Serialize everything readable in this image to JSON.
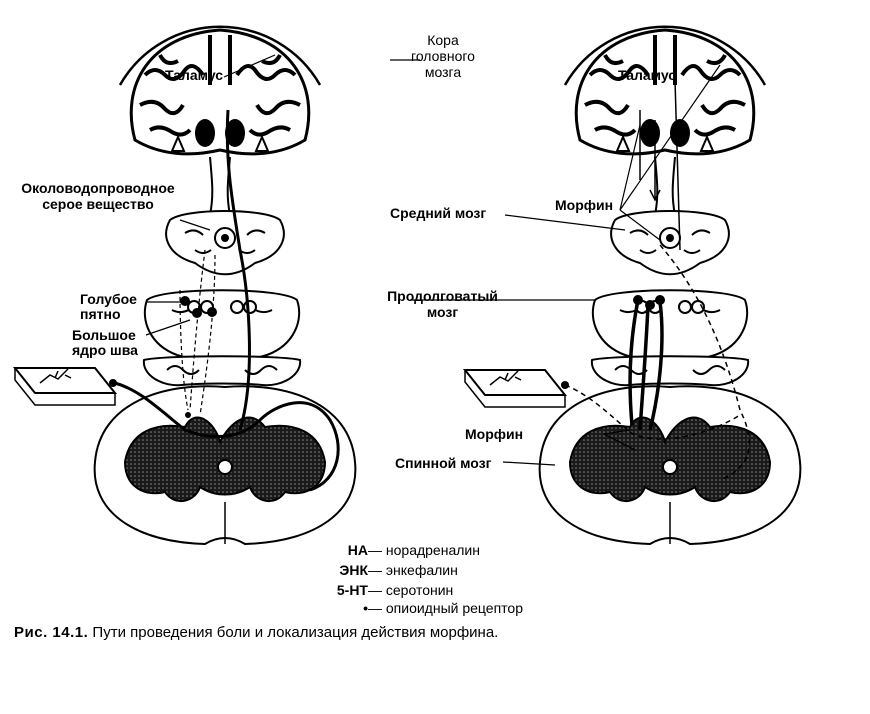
{
  "labels": {
    "cortex": [
      "Кора",
      "головного",
      "мозга"
    ],
    "thalamus_left": "Таламус",
    "thalamus_right": "Таламус",
    "pag": [
      "Околоводопроводное",
      "серое вещество"
    ],
    "midbrain": "Средний мозг",
    "medulla": [
      "Продолговатый",
      "мозг"
    ],
    "locus": [
      "Голубое",
      "пятно"
    ],
    "raphe": [
      "Большое",
      "ядро шва"
    ],
    "spinal": "Спинной мозг",
    "morphine_top": "Морфин",
    "morphine_bottom": "Морфин"
  },
  "legend": [
    {
      "abbr": "НА",
      "text": "— норадреналин"
    },
    {
      "abbr": "ЭНК",
      "text": "— энкефалин"
    },
    {
      "abbr": "5-НТ",
      "text": "— серотонин"
    },
    {
      "abbr": "•",
      "text": "— опиоидный рецептор"
    }
  ],
  "caption": {
    "number": "Рис. 14.1.",
    "text": " Пути проведения боли и локализация действия морфина."
  }
}
